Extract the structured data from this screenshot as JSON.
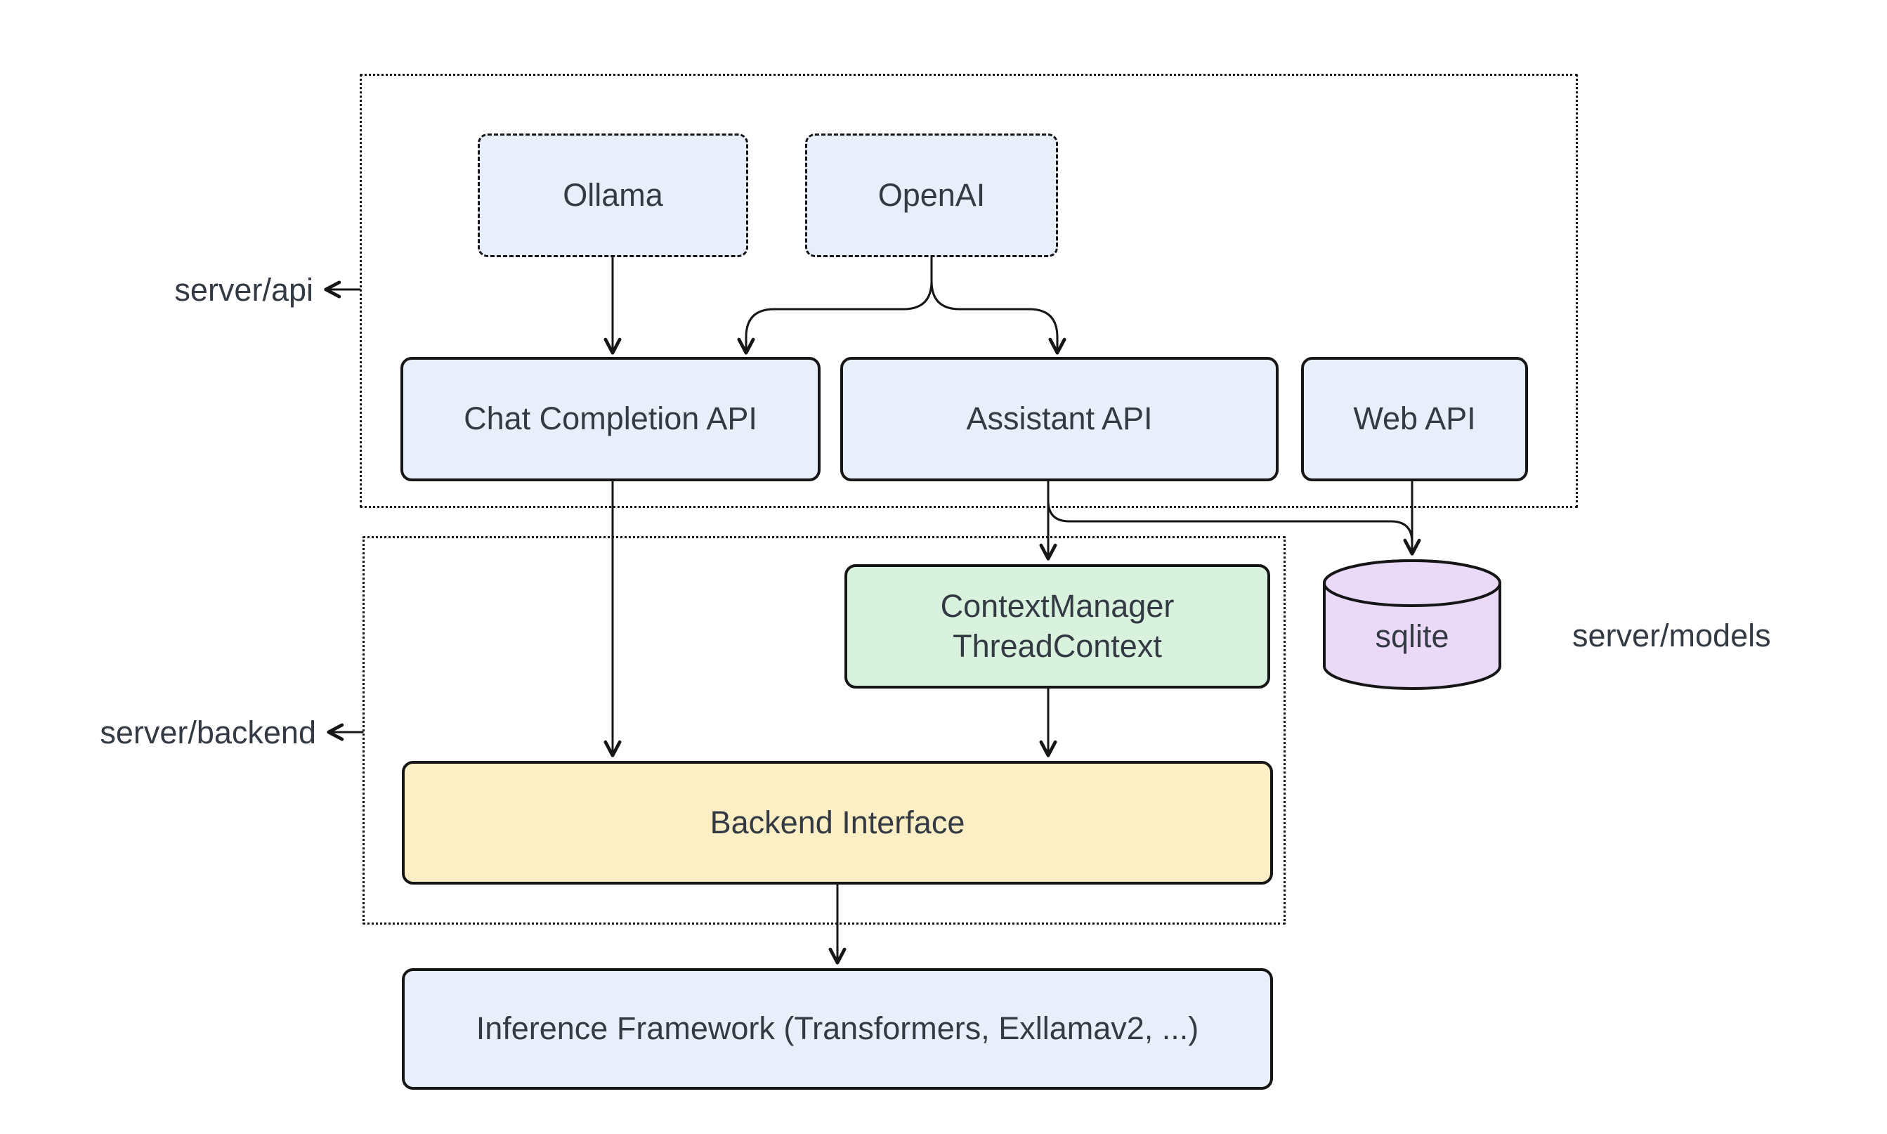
{
  "diagram": {
    "containers": {
      "server_api": {
        "label": "server/api"
      },
      "server_backend": {
        "label": "server/backend"
      }
    },
    "nodes": {
      "ollama": {
        "label": "Ollama"
      },
      "openai": {
        "label": "OpenAI"
      },
      "chat_completion": {
        "label": "Chat Completion API"
      },
      "assistant": {
        "label": "Assistant API"
      },
      "web": {
        "label": "Web API"
      },
      "context_manager": {
        "label_line1": "ContextManager",
        "label_line2": "ThreadContext"
      },
      "backend_interface": {
        "label": "Backend Interface"
      },
      "inference": {
        "label": "Inference Framework (Transformers, Exllamav2, ...)"
      },
      "sqlite": {
        "label": "sqlite"
      }
    },
    "labels": {
      "server_models": "server/models"
    },
    "colors": {
      "node_blue": "#e9eefb",
      "node_green": "#d9f2de",
      "node_yellow": "#fdefc5",
      "node_purple": "#eadaf7",
      "line": "#161616",
      "text": "#343a43",
      "background": "#ffffff"
    }
  }
}
